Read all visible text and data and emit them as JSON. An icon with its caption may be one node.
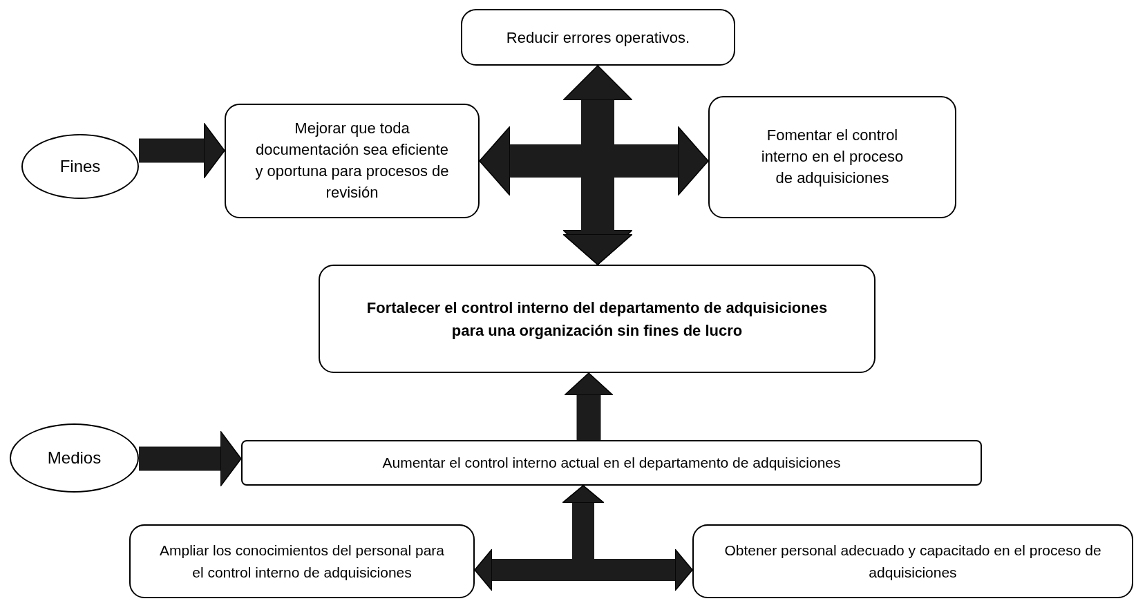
{
  "diagram": {
    "nodes": [
      {
        "text": [
          "Fines"
        ]
      },
      {
        "text": [
          "Mejorar que  toda documentación sea eficiente y oportuna para procesos de revisión"
        ]
      },
      {
        "text": [
          "Reducir errores operativos."
        ]
      },
      {
        "text": [
          "Fomentar el control interno en el proceso de adquisiciones"
        ]
      },
      {
        "text": [
          "Fortalecer el control interno del departamento de adquisiciones para una organización sin fines de lucro"
        ]
      },
      {
        "text": [
          "Medios"
        ]
      },
      {
        "text": [
          "Aumentar  el control interno actual en el departamento  de adquisiciones"
        ]
      },
      {
        "text": [
          "Ampliar  los conocimientos del personal para el control  interno de adquisiciones"
        ]
      },
      {
        "text": [
          "Obtener personal adecuado y capacitado en el proceso de adquisiciones"
        ]
      }
    ],
    "edges": [
      {
        "from": 0,
        "to": 1,
        "arrow": "to"
      },
      {
        "from": 4,
        "to": 1,
        "arrow": "both"
      },
      {
        "from": 4,
        "to": 2,
        "arrow": "both"
      },
      {
        "from": 4,
        "to": 3,
        "arrow": "both"
      },
      {
        "from": 6,
        "to": 4,
        "arrow": "to"
      },
      {
        "from": 5,
        "to": 6,
        "arrow": "to"
      },
      {
        "from": 6,
        "to": 7,
        "arrow": "both"
      },
      {
        "from": 6,
        "to": 8,
        "arrow": "both"
      }
    ]
  }
}
